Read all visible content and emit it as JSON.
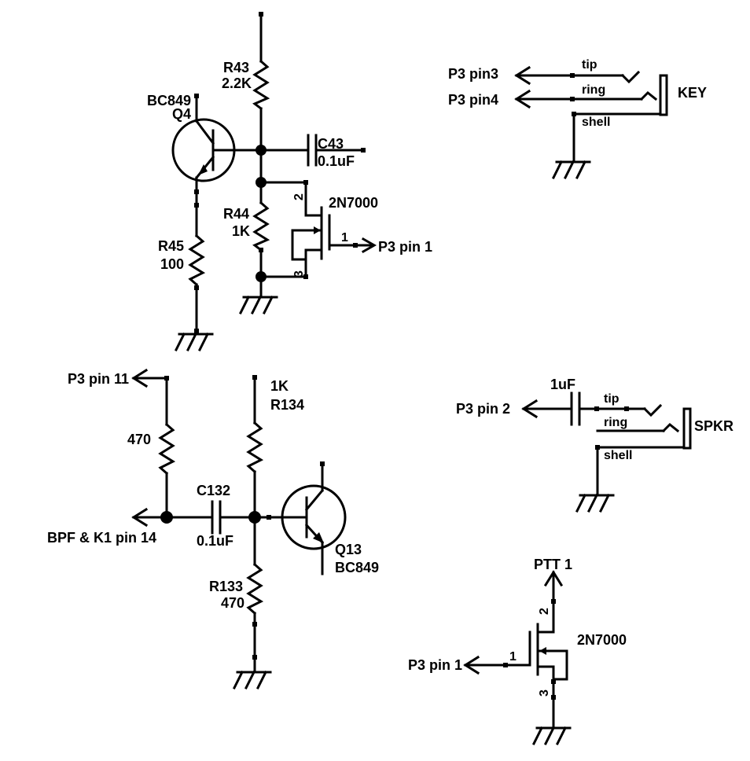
{
  "q4": {
    "ref": "Q4",
    "part": "BC849",
    "r43_ref": "R43",
    "r43_val": "2.2K",
    "c43_ref": "C43",
    "c43_val": "0.1uF",
    "r44_ref": "R44",
    "r44_val": "1K",
    "r45_ref": "R45",
    "r45_val": "100",
    "fet_part": "2N7000",
    "fet_pin_g": "1",
    "fet_pin_d": "2",
    "fet_pin_s": "3",
    "out": "P3 pin 1"
  },
  "key_jack": {
    "name": "KEY",
    "net_tip": "P3  pin3",
    "net_ring": "P3  pin4",
    "tip": "tip",
    "ring": "ring",
    "shell": "shell"
  },
  "spkr_jack": {
    "name": "SPKR",
    "net_in": "P3 pin 2",
    "cap": "1uF",
    "tip": "tip",
    "ring": "ring",
    "shell": "shell"
  },
  "q13": {
    "net_top": "P3 pin 11",
    "r470": "470",
    "r134_val": "1K",
    "r134_ref": "R134",
    "c132_ref": "C132",
    "c132_val": "0.1uF",
    "out": "BPF & K1 pin 14",
    "ref": "Q13",
    "part": "BC849",
    "r133_ref": "R133",
    "r133_val": "470"
  },
  "ptt": {
    "net_out": "PTT 1",
    "net_in": "P3 pin 1",
    "part": "2N7000",
    "pin_g": "1",
    "pin_d": "2",
    "pin_s": "3"
  }
}
